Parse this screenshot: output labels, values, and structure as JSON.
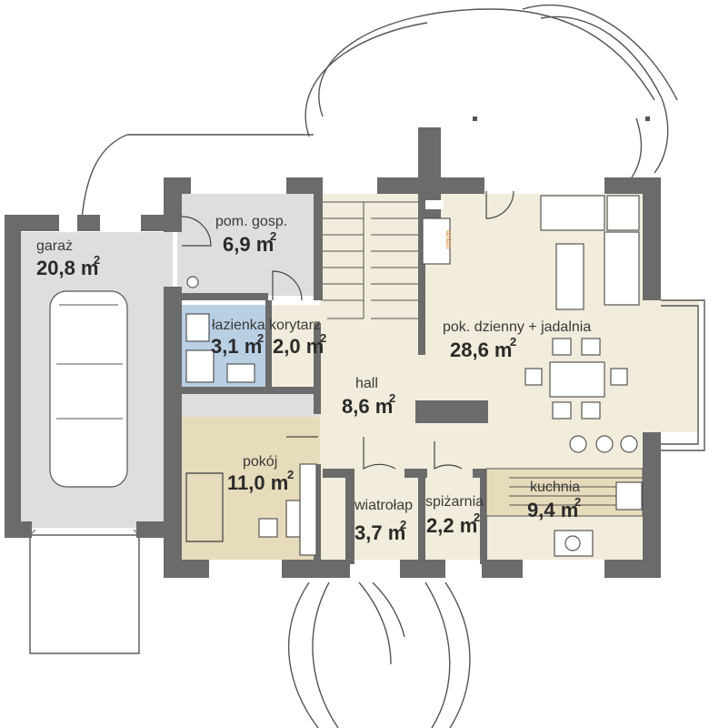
{
  "rooms": [
    {
      "id": "garage",
      "name": "garaż",
      "area": "20,8 m",
      "sup": "2"
    },
    {
      "id": "utility",
      "name": "pom. gosp.",
      "area": "6,9 m",
      "sup": "2"
    },
    {
      "id": "bathroom",
      "name": "łazienka",
      "area": "3,1 m",
      "sup": "2"
    },
    {
      "id": "corridor",
      "name": "korytarz",
      "area": "2,0 m",
      "sup": "2"
    },
    {
      "id": "living",
      "name": "pok. dzienny + jadalnia",
      "area": "28,6 m",
      "sup": "2"
    },
    {
      "id": "hall",
      "name": "hall",
      "area": "8,6 m",
      "sup": "2"
    },
    {
      "id": "room",
      "name": "pokój",
      "area": "11,0 m",
      "sup": "2"
    },
    {
      "id": "vestibule",
      "name": "wiatrołap",
      "area": "3,7 m",
      "sup": "2"
    },
    {
      "id": "pantry",
      "name": "spiżarnia",
      "area": "2,2 m",
      "sup": "2"
    },
    {
      "id": "kitchen",
      "name": "kuchnia",
      "area": "9,4 m",
      "sup": "2"
    }
  ],
  "colors": {
    "wall": "#6b6b6b",
    "garage_floor": "#dddedf",
    "main_floor": "#f1ecdb",
    "room_floor": "#e6dcbb",
    "bathroom_tile": "#b9cfe3"
  }
}
